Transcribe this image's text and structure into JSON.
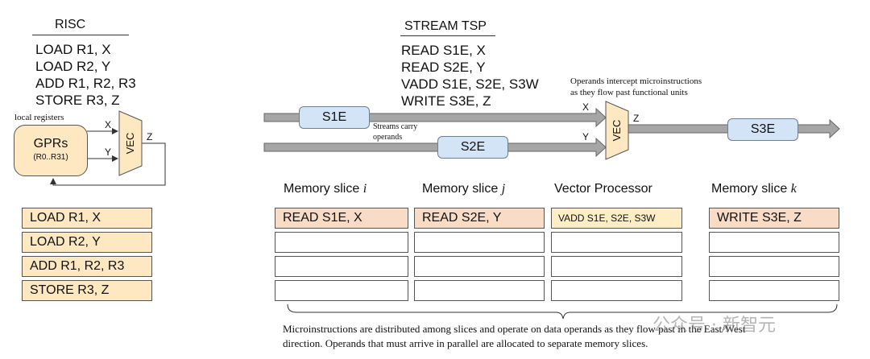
{
  "risc": {
    "title": "RISC",
    "program": [
      "LOAD R1, X",
      "LOAD R2, Y",
      "ADD R1, R2, R3",
      "STORE R3, Z"
    ],
    "local_registers_label": "local registers",
    "gprs_label": "GPRs",
    "gprs_range": "(R0..R31)",
    "vec_label": "VEC",
    "x_label": "X",
    "y_label": "Y",
    "z_label": "Z",
    "instruction_stack": [
      "LOAD R1, X",
      "LOAD R2, Y",
      "ADD R1, R2, R3",
      "STORE R3, Z"
    ]
  },
  "tsp": {
    "title": "STREAM TSP",
    "program": [
      "READ S1E, X",
      "READ S2E, Y",
      "VADD S1E, S2E, S3W",
      "WRITE S3E, Z"
    ],
    "operands_note_line1": "Operands intercept microinstructions",
    "operands_note_line2": "as they flow past functional units",
    "streams_note_line1": "Streams carry",
    "streams_note_line2": "operands",
    "s1e": "S1E",
    "s2e": "S2E",
    "s3e": "S3E",
    "vec_label": "VEC",
    "x_label": "X",
    "y_label": "Y",
    "z_label": "Z",
    "columns": [
      {
        "label": "Memory slice",
        "var": "i",
        "top_cell": "READ S1E, X"
      },
      {
        "label": "Memory slice",
        "var": "j",
        "top_cell": "READ S2E, Y"
      },
      {
        "label": "Vector Processor",
        "var": "",
        "top_cell": "VADD S1E, S2E, S3W"
      },
      {
        "label": "Memory slice",
        "var": "k",
        "top_cell": "WRITE S3E, Z"
      }
    ],
    "caption_line1": "Microinstructions are distributed among slices and operate on data operands as they flow past in the East/West",
    "caption_line2": "direction. Operands that must arrive in parallel are allocated to separate memory slices."
  },
  "watermark": "公众号 · 新智元",
  "colors": {
    "instr_fill": "#fde8c2",
    "slice_top_fill": "#f8dcc6",
    "stream_fill": "#d4e4f7",
    "arrow_gray": "#a6a6a6"
  }
}
